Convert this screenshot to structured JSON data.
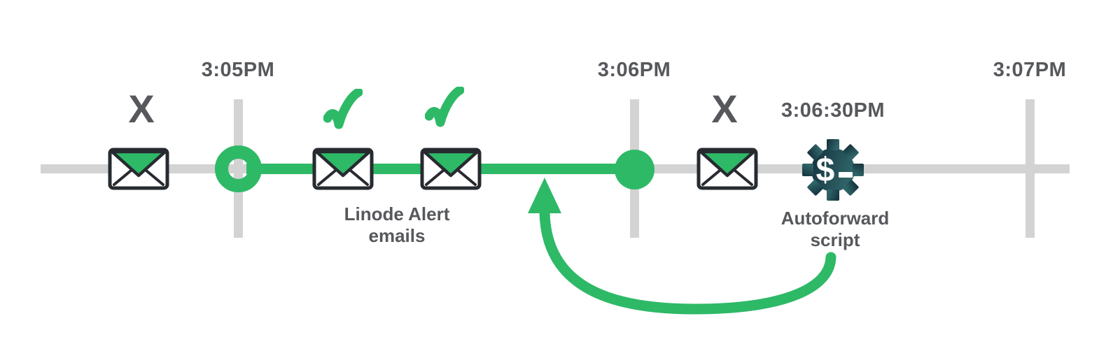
{
  "colors": {
    "green": "#2eb967",
    "track_gray": "#d3d3d3",
    "text_gray": "#56585c",
    "outline_dark": "#272b30",
    "gear_gradient_start": "#142f3b",
    "gear_gradient_end": "#2f6569"
  },
  "timeline": {
    "ticks": [
      {
        "label": "3:05PM"
      },
      {
        "label": "3:06PM"
      },
      {
        "label": "3:07PM"
      }
    ]
  },
  "markers": {
    "missed_left": "X",
    "missed_right": "X"
  },
  "labels": {
    "alert_emails_line1": "Linode Alert",
    "alert_emails_line2": "emails",
    "script_time": "3:06:30PM",
    "script_line1": "Autoforward",
    "script_line2": "script"
  },
  "gear": {
    "prompt_symbol": "$"
  },
  "icons": {
    "envelope": "envelope-icon",
    "check": "check-icon",
    "x_mark": "x-mark",
    "gear": "gear-terminal-icon",
    "loop_arrow": "loop-arrow-icon",
    "start_marker": "open-circle-marker",
    "end_marker": "filled-circle-marker"
  }
}
